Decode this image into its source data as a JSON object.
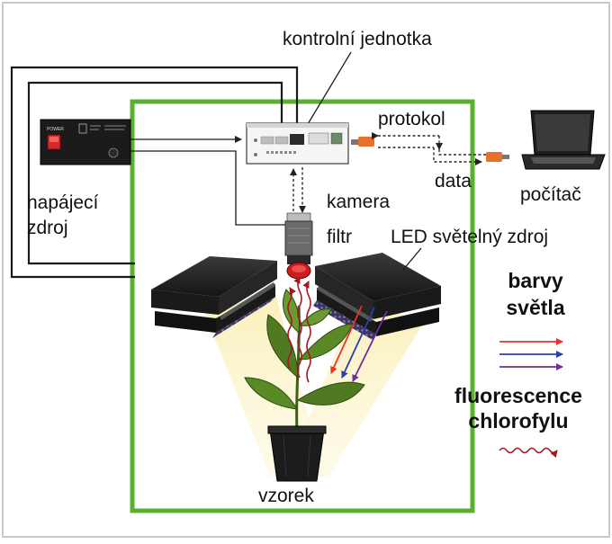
{
  "labels": {
    "controller": "kontrolní jednotka",
    "protocol": "protokol",
    "data": "data",
    "computer": "počítač",
    "power_line1": "napájecí",
    "power_line2": "zdroj",
    "camera": "kamera",
    "filter": "filtr",
    "led_source": "LED světelný zdroj",
    "sample": "vzorek",
    "light_colors_line1": "barvy",
    "light_colors_line2": "světla",
    "fluorescence_line1": "fluorescence",
    "fluorescence_line2": "chlorofylu"
  },
  "device_text": {
    "power_switch_label": "POWER"
  },
  "colors": {
    "frame_green": "#5ab031",
    "red_arrow": "#e8322b",
    "blue_arrow": "#2b3fa8",
    "purple_arrow": "#6b2fa0",
    "fluorescence_red": "#a5181c",
    "connector_orange": "#e8702a",
    "light_beam": "#fbf3c4"
  },
  "icons": [
    "power-supply-icon",
    "controller-box-icon",
    "laptop-icon",
    "camera-icon",
    "led-panel-icon",
    "plant-icon",
    "pot-icon"
  ]
}
